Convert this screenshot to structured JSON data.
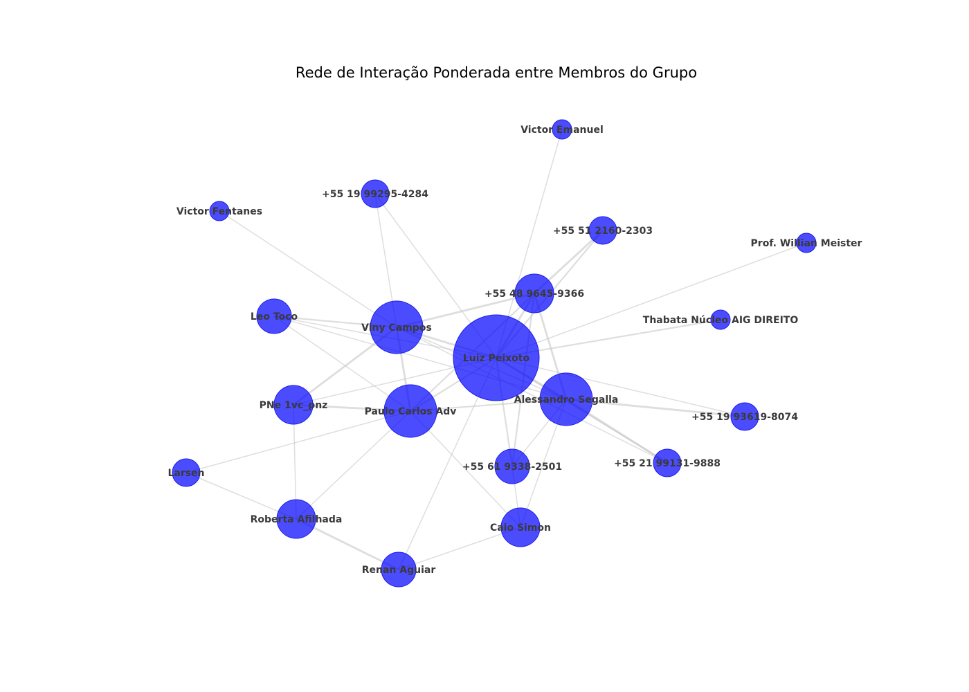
{
  "title": "Rede de Interação Ponderada entre Membros do Grupo",
  "colors": {
    "node_fill": "#0000ff",
    "edge": "#c8c8c8",
    "label": "#3a3a3a",
    "background": "#ffffff"
  },
  "nodes": [
    {
      "id": "luiz",
      "label": "Luiz Peixoto",
      "weight": 10
    },
    {
      "id": "alessandro",
      "label": "Alessandro Segalla",
      "weight": 6
    },
    {
      "id": "viny",
      "label": "Viny Campos",
      "weight": 6
    },
    {
      "id": "paulo",
      "label": "Paulo Carlos Adv",
      "weight": 6
    },
    {
      "id": "p48",
      "label": "+55 48 9645-9366",
      "weight": 4.5
    },
    {
      "id": "caio",
      "label": "Caio Simon",
      "weight": 4.5
    },
    {
      "id": "roberta",
      "label": "Roberta Afilhada",
      "weight": 4.5
    },
    {
      "id": "pne",
      "label": "PNe 1vc_pnz",
      "weight": 4.5
    },
    {
      "id": "leo",
      "label": "Leo Toco",
      "weight": 4
    },
    {
      "id": "p61",
      "label": "+55 61 9338-2501",
      "weight": 4
    },
    {
      "id": "renan",
      "label": "Renan Aguiar",
      "weight": 4
    },
    {
      "id": "p51",
      "label": "+55 51 2160-2303",
      "weight": 3.2
    },
    {
      "id": "p19a",
      "label": "+55 19 99295-4284",
      "weight": 3.2
    },
    {
      "id": "p19b",
      "label": "+55 19 93619-8074",
      "weight": 3.2
    },
    {
      "id": "p21",
      "label": "+55 21 99131-9888",
      "weight": 3.2
    },
    {
      "id": "larsen",
      "label": "Larsen",
      "weight": 3.2
    },
    {
      "id": "victore",
      "label": "Victor Emanuel",
      "weight": 2.2
    },
    {
      "id": "victorf",
      "label": "Victor Fentanes",
      "weight": 2.2
    },
    {
      "id": "prof",
      "label": "Prof. Willian Meister",
      "weight": 2.2
    },
    {
      "id": "thabata",
      "label": "Thabata Núcleo AIG DIREITO",
      "weight": 2.2
    }
  ],
  "edges": [
    {
      "source": "luiz",
      "target": "viny",
      "weight": 3
    },
    {
      "source": "luiz",
      "target": "alessandro",
      "weight": 3
    },
    {
      "source": "luiz",
      "target": "paulo",
      "weight": 2
    },
    {
      "source": "luiz",
      "target": "p48",
      "weight": 3
    },
    {
      "source": "luiz",
      "target": "p51",
      "weight": 2
    },
    {
      "source": "luiz",
      "target": "victore",
      "weight": 1
    },
    {
      "source": "luiz",
      "target": "prof",
      "weight": 1
    },
    {
      "source": "luiz",
      "target": "thabata",
      "weight": 2
    },
    {
      "source": "luiz",
      "target": "p19a",
      "weight": 1
    },
    {
      "source": "luiz",
      "target": "leo",
      "weight": 1
    },
    {
      "source": "luiz",
      "target": "pne",
      "weight": 1
    },
    {
      "source": "luiz",
      "target": "p61",
      "weight": 2
    },
    {
      "source": "luiz",
      "target": "p21",
      "weight": 2
    },
    {
      "source": "luiz",
      "target": "renan",
      "weight": 1
    },
    {
      "source": "luiz",
      "target": "p19b",
      "weight": 1
    },
    {
      "source": "viny",
      "target": "p48",
      "weight": 3
    },
    {
      "source": "viny",
      "target": "leo",
      "weight": 2
    },
    {
      "source": "viny",
      "target": "victorf",
      "weight": 1
    },
    {
      "source": "viny",
      "target": "p19a",
      "weight": 1
    },
    {
      "source": "viny",
      "target": "pne",
      "weight": 3
    },
    {
      "source": "viny",
      "target": "paulo",
      "weight": 3
    },
    {
      "source": "viny",
      "target": "alessandro",
      "weight": 1
    },
    {
      "source": "viny",
      "target": "p21",
      "weight": 1
    },
    {
      "source": "alessandro",
      "target": "p48",
      "weight": 3
    },
    {
      "source": "alessandro",
      "target": "paulo",
      "weight": 2
    },
    {
      "source": "alessandro",
      "target": "p19b",
      "weight": 3
    },
    {
      "source": "alessandro",
      "target": "p21",
      "weight": 3
    },
    {
      "source": "alessandro",
      "target": "p61",
      "weight": 1
    },
    {
      "source": "alessandro",
      "target": "caio",
      "weight": 1
    },
    {
      "source": "alessandro",
      "target": "leo",
      "weight": 1
    },
    {
      "source": "paulo",
      "target": "p48",
      "weight": 2
    },
    {
      "source": "paulo",
      "target": "pne",
      "weight": 3
    },
    {
      "source": "paulo",
      "target": "larsen",
      "weight": 1
    },
    {
      "source": "paulo",
      "target": "roberta",
      "weight": 1
    },
    {
      "source": "paulo",
      "target": "caio",
      "weight": 1
    },
    {
      "source": "paulo",
      "target": "leo",
      "weight": 1
    },
    {
      "source": "p48",
      "target": "p51",
      "weight": 3
    },
    {
      "source": "p48",
      "target": "p61",
      "weight": 2
    },
    {
      "source": "p61",
      "target": "caio",
      "weight": 1
    },
    {
      "source": "pne",
      "target": "roberta",
      "weight": 1
    },
    {
      "source": "roberta",
      "target": "larsen",
      "weight": 1
    },
    {
      "source": "roberta",
      "target": "renan",
      "weight": 3
    },
    {
      "source": "renan",
      "target": "caio",
      "weight": 1
    }
  ]
}
